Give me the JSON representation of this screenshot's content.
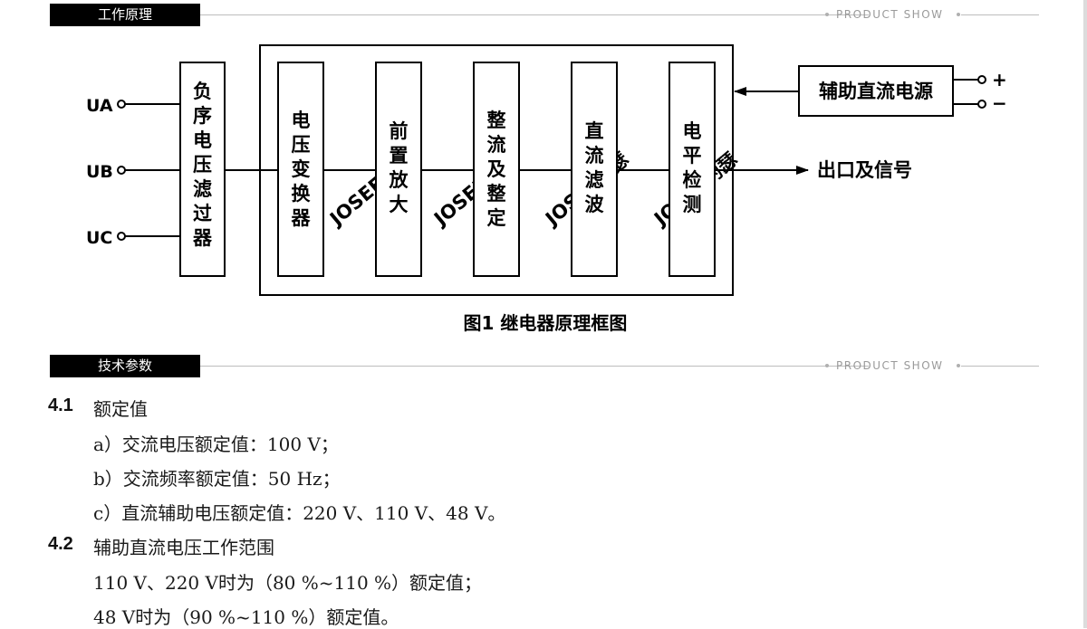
{
  "header1": {
    "tag": "工作原理",
    "caption": "PRODUCT SHOW"
  },
  "header2": {
    "tag": "技术参数",
    "caption": "PRODUCT SHOW"
  },
  "diagram": {
    "inputs": [
      "UA",
      "UB",
      "UC"
    ],
    "filter": "负序电压滤过器",
    "stages": [
      "电压变换器",
      "前置放大",
      "整流及整定",
      "直流滤波",
      "电平检测"
    ],
    "aux_supply": "辅助直流电源",
    "plus": "+",
    "minus": "−",
    "output": "出口及信号",
    "watermark": "JOSEF约瑟",
    "caption": "图1  继电器原理框图"
  },
  "specs": {
    "s41": {
      "num": "4.1",
      "title": "额定值"
    },
    "a": "a）交流电压额定值：100 V；",
    "b": "b）交流频率额定值：50 Hz；",
    "c": "c）直流辅助电压额定值：220 V、110 V、48 V。",
    "s42": {
      "num": "4.2",
      "title": "辅助直流电压工作范围"
    },
    "l1": "110 V、220 V时为（80 %~110 %）额定值；",
    "l2": "48 V时为（90 %~110 %）额定值。"
  },
  "colors": {
    "tag_bg": "#000000",
    "tag_text": "#ffffff",
    "rule": "#bdbdbd",
    "caption": "#9a9a9a"
  }
}
